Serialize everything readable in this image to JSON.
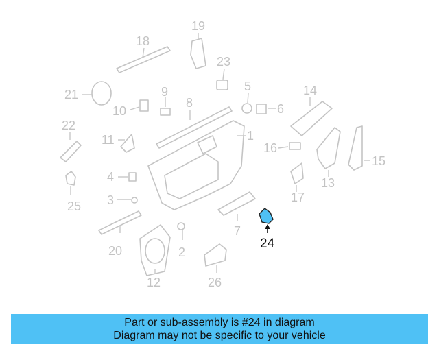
{
  "diagram": {
    "highlight_color": "#4fc1f5",
    "highlighted_part": "24",
    "labels": [
      "1",
      "2",
      "3",
      "4",
      "5",
      "6",
      "7",
      "8",
      "9",
      "10",
      "11",
      "12",
      "13",
      "14",
      "15",
      "16",
      "17",
      "18",
      "19",
      "20",
      "21",
      "22",
      "23",
      "24",
      "25",
      "26"
    ]
  },
  "banner": {
    "line1": "Part or sub-assembly is #24 in diagram",
    "line2": "Diagram may not be specific to your vehicle",
    "background": "#4fc1f5"
  }
}
